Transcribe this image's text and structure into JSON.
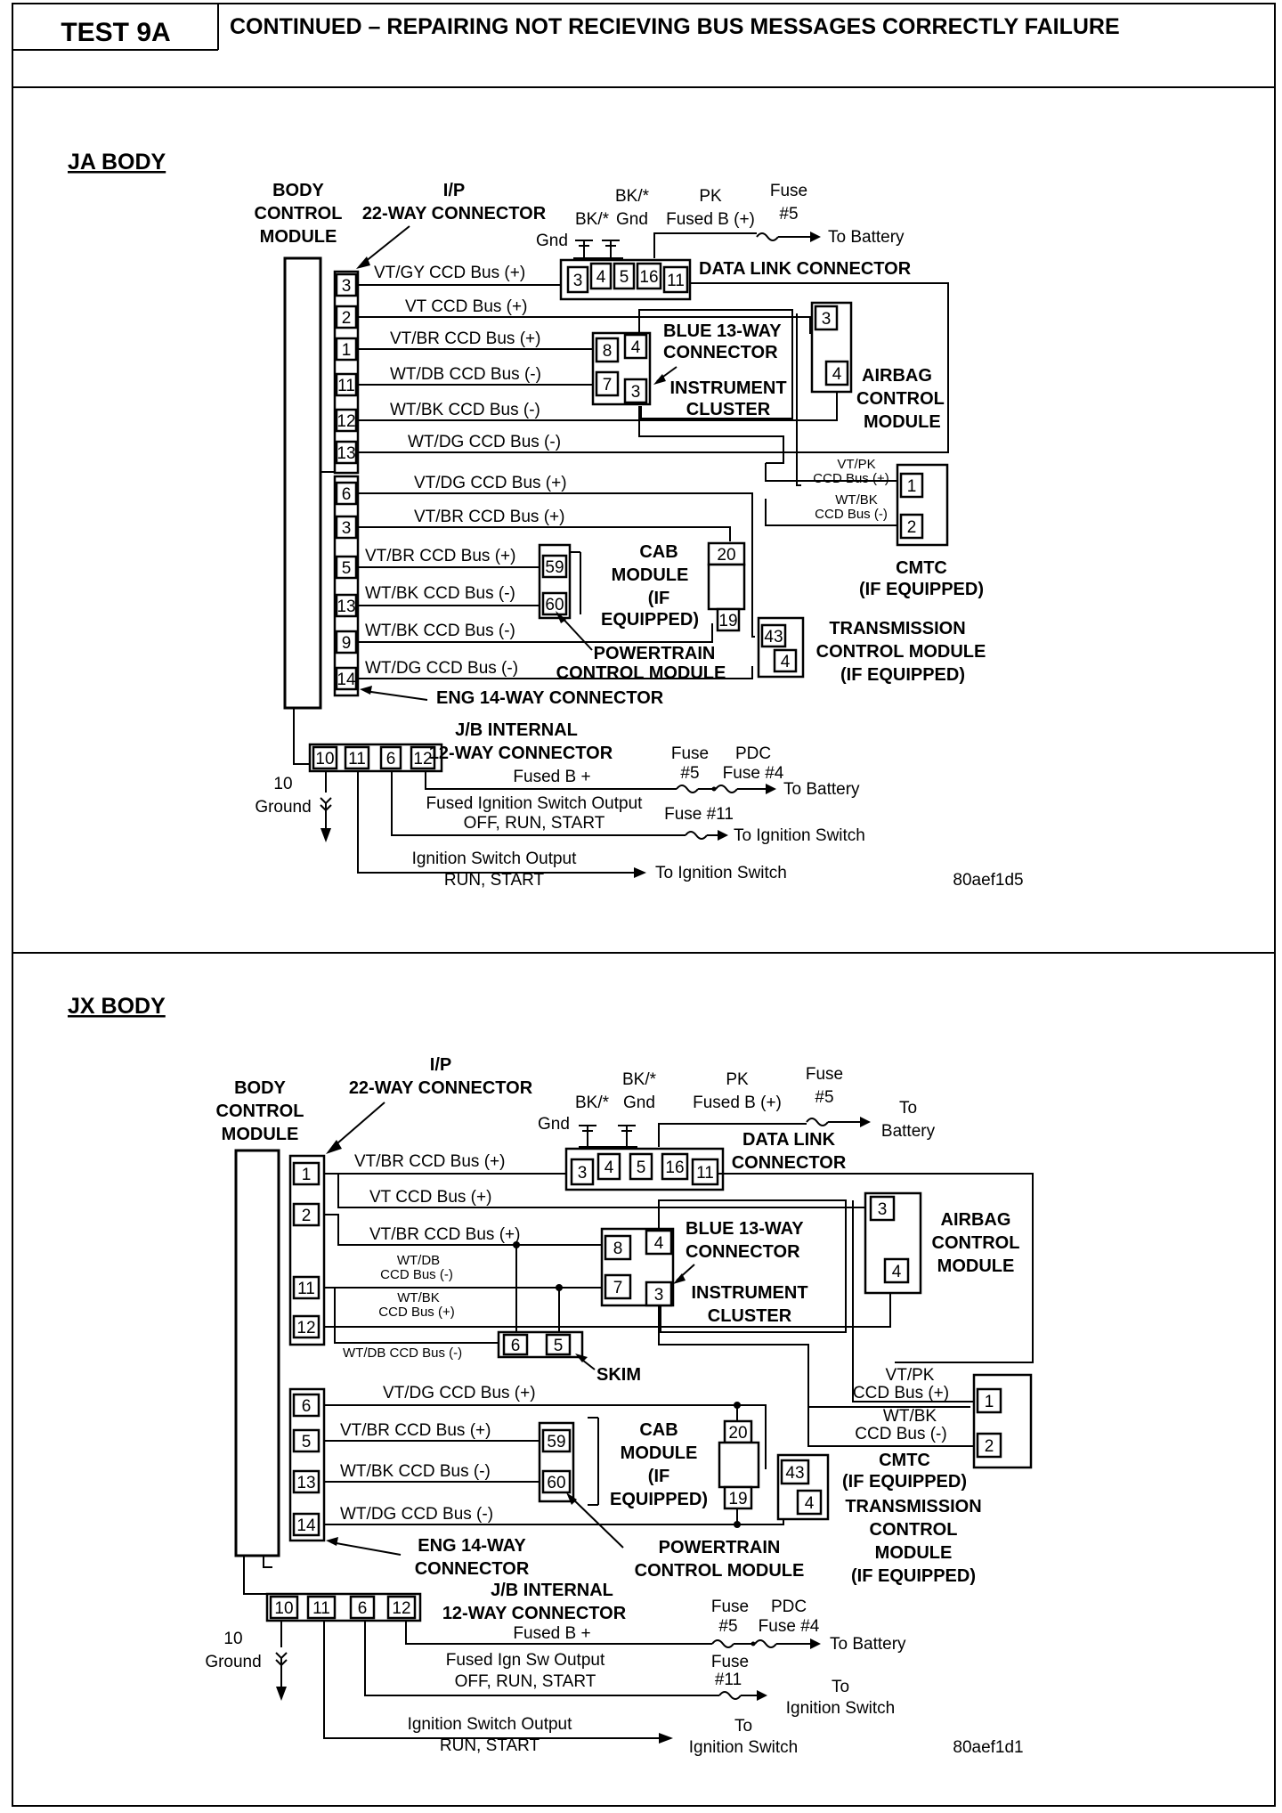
{
  "header": {
    "test_label": "TEST 9A",
    "title": "CONTINUED – REPAIRING NOT RECIEVING BUS MESSAGES CORRECTLY FAILURE"
  },
  "ja": {
    "title": "JA BODY",
    "bcm": [
      "BODY",
      "CONTROL",
      "MODULE"
    ],
    "ip_conn": [
      "I/P",
      "22-WAY CONNECTOR"
    ],
    "bk_gnd": [
      "BK/*",
      "Gnd"
    ],
    "bk": "BK/*",
    "gnd": "Gnd",
    "pk": [
      "PK",
      "Fused B (+)"
    ],
    "fuse5_top": [
      "Fuse",
      "#5"
    ],
    "to_battery_top": "To Battery",
    "dlc": "DATA LINK CONNECTOR",
    "wires": [
      "VT/GY  CCD Bus (+)",
      "VT  CCD Bus (+)",
      "VT/BR  CCD Bus (+)",
      "WT/DB  CCD Bus (-)",
      "WT/BK  CCD Bus (-)",
      "WT/DG  CCD Bus (-)",
      "VT/DG  CCD Bus (+)",
      "VT/BR  CCD Bus (+)",
      "VT/BR  CCD Bus (+)",
      "WT/BK  CCD Bus (-)",
      "WT/BK  CCD Bus (-)",
      "WT/DG  CCD Bus (-)"
    ],
    "blue13": [
      "BLUE 13-WAY",
      "CONNECTOR"
    ],
    "cluster": [
      "INSTRUMENT",
      "CLUSTER"
    ],
    "airbag": [
      "AIRBAG",
      "CONTROL",
      "MODULE"
    ],
    "cmtc_wires": [
      "VT/PK",
      "CCD Bus (+)",
      "WT/BK",
      "CCD Bus (-)"
    ],
    "cmtc": [
      "CMTC",
      "(IF EQUIPPED)"
    ],
    "cab": [
      "CAB",
      "MODULE",
      "(IF",
      "EQUIPPED)"
    ],
    "pcm": [
      "POWERTRAIN",
      "CONTROL MODULE"
    ],
    "tcm": [
      "TRANSMISSION",
      "CONTROL MODULE",
      "(IF EQUIPPED)"
    ],
    "eng_conn": "ENG 14-WAY CONNECTOR",
    "jb": [
      "J/B INTERNAL",
      "12-WAY CONNECTOR"
    ],
    "fuse_pdc": [
      "Fuse",
      "PDC",
      "#5",
      "Fuse #4"
    ],
    "fused_b": "Fused B +",
    "to_battery": "To Battery",
    "fused_ign": [
      "Fused Ignition Switch Output",
      "OFF, RUN, START"
    ],
    "fuse11": "Fuse #11",
    "to_ign": "To Ignition Switch",
    "ign_out": [
      "Ignition Switch Output",
      "RUN, START"
    ],
    "to_ign2": "To Ignition Switch",
    "ground": [
      "10",
      "Ground"
    ],
    "fig_id": "80aef1d5",
    "bcm_pins_upper": [
      "3",
      "2",
      "1",
      "11",
      "12",
      "13"
    ],
    "bcm_pins_lower": [
      "6",
      "3",
      "5",
      "13",
      "9",
      "14"
    ],
    "dlc_pins": [
      "3",
      "4",
      "5",
      "16",
      "11"
    ],
    "blue_pins": [
      "8",
      "4",
      "7",
      "3"
    ],
    "airbag_pins": [
      "3",
      "4"
    ],
    "cmtc_pins": [
      "1",
      "2"
    ],
    "pcm_pins": [
      "59",
      "60"
    ],
    "cab_pins": [
      "20",
      "19"
    ],
    "tcm_pins": [
      "43",
      "4"
    ],
    "jb_pins": [
      "10",
      "11",
      "6",
      "12"
    ]
  },
  "jx": {
    "title": "JX BODY",
    "bcm": [
      "BODY",
      "CONTROL",
      "MODULE"
    ],
    "ip_conn": [
      "I/P",
      "22-WAY CONNECTOR"
    ],
    "bk_gnd": [
      "BK/*",
      "Gnd"
    ],
    "bk": "BK/*",
    "gnd": "Gnd",
    "pk": [
      "PK",
      "Fused B (+)"
    ],
    "fuse5_top": [
      "Fuse",
      "#5"
    ],
    "to_battery_top": [
      "To",
      "Battery"
    ],
    "dlc": [
      "DATA LINK",
      "CONNECTOR"
    ],
    "wires": [
      "VT/BR  CCD Bus (+)",
      "VT  CCD Bus (+)",
      "VT/BR  CCD Bus (+)",
      "VT/DG  CCD Bus (+)",
      "VT/BR  CCD Bus (+)",
      "WT/BK  CCD Bus (-)",
      "WT/DG  CCD Bus (-)"
    ],
    "wtdb": [
      "WT/DB",
      "CCD Bus (-)"
    ],
    "wtbk": [
      "WT/BK",
      "CCD Bus (+)"
    ],
    "skim_wire": "WT/DB CCD Bus (-)",
    "skim": "SKIM",
    "blue13": [
      "BLUE 13-WAY",
      "CONNECTOR"
    ],
    "cluster": [
      "INSTRUMENT",
      "CLUSTER"
    ],
    "airbag": [
      "AIRBAG",
      "CONTROL",
      "MODULE"
    ],
    "cmtc_wires": [
      "VT/PK",
      "CCD Bus (+)",
      "WT/BK",
      "CCD Bus (-)"
    ],
    "cmtc": [
      "CMTC",
      "(IF EQUIPPED)"
    ],
    "cab": [
      "CAB",
      "MODULE",
      "(IF",
      "EQUIPPED)"
    ],
    "pcm": [
      "POWERTRAIN",
      "CONTROL MODULE"
    ],
    "tcm": [
      "TRANSMISSION",
      "CONTROL",
      "MODULE",
      "(IF EQUIPPED)"
    ],
    "eng_conn": [
      "ENG 14-WAY",
      "CONNECTOR"
    ],
    "jb": [
      "J/B INTERNAL",
      "12-WAY CONNECTOR"
    ],
    "fuse_pdc": [
      "Fuse",
      "PDC",
      "#5",
      "Fuse #4"
    ],
    "fused_b": "Fused B +",
    "to_battery": "To Battery",
    "fused_ign": [
      "Fused Ign Sw Output",
      "OFF, RUN, START"
    ],
    "fuse11": [
      "Fuse",
      "#11"
    ],
    "to_ign": [
      "To",
      "Ignition Switch"
    ],
    "ign_out": [
      "Ignition Switch Output",
      "RUN, START"
    ],
    "to_ign2": [
      "To",
      "Ignition Switch"
    ],
    "ground": [
      "10",
      "Ground"
    ],
    "fig_id": "80aef1d1",
    "bcm_pins_upper": [
      "1",
      "2",
      "11",
      "12"
    ],
    "bcm_pins_lower": [
      "6",
      "5",
      "13",
      "14"
    ],
    "dlc_pins": [
      "3",
      "4",
      "5",
      "16",
      "11"
    ],
    "blue_pins": [
      "8",
      "4",
      "7",
      "3"
    ],
    "skim_pins": [
      "6",
      "5"
    ],
    "airbag_pins": [
      "3",
      "4"
    ],
    "cmtc_pins": [
      "1",
      "2"
    ],
    "pcm_pins": [
      "59",
      "60"
    ],
    "cab_pins": [
      "20",
      "19"
    ],
    "tcm_pins": [
      "43",
      "4"
    ],
    "jb_pins": [
      "10",
      "11",
      "6",
      "12"
    ]
  }
}
